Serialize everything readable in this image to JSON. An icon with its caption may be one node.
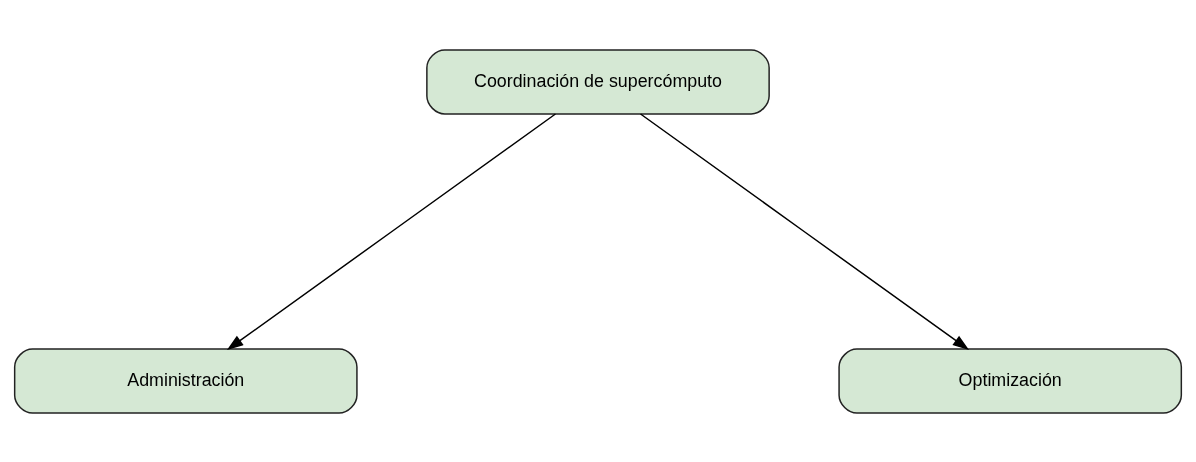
{
  "diagram": {
    "nodes": [
      {
        "text": [
          "Coordinación de supercómputo"
        ]
      },
      {
        "text": [
          "Administración"
        ]
      },
      {
        "text": [
          "Optimización"
        ]
      }
    ],
    "edges": [
      {
        "from": 0,
        "to": 1,
        "arrow": "to"
      },
      {
        "from": 0,
        "to": 2,
        "arrow": "to"
      }
    ]
  }
}
